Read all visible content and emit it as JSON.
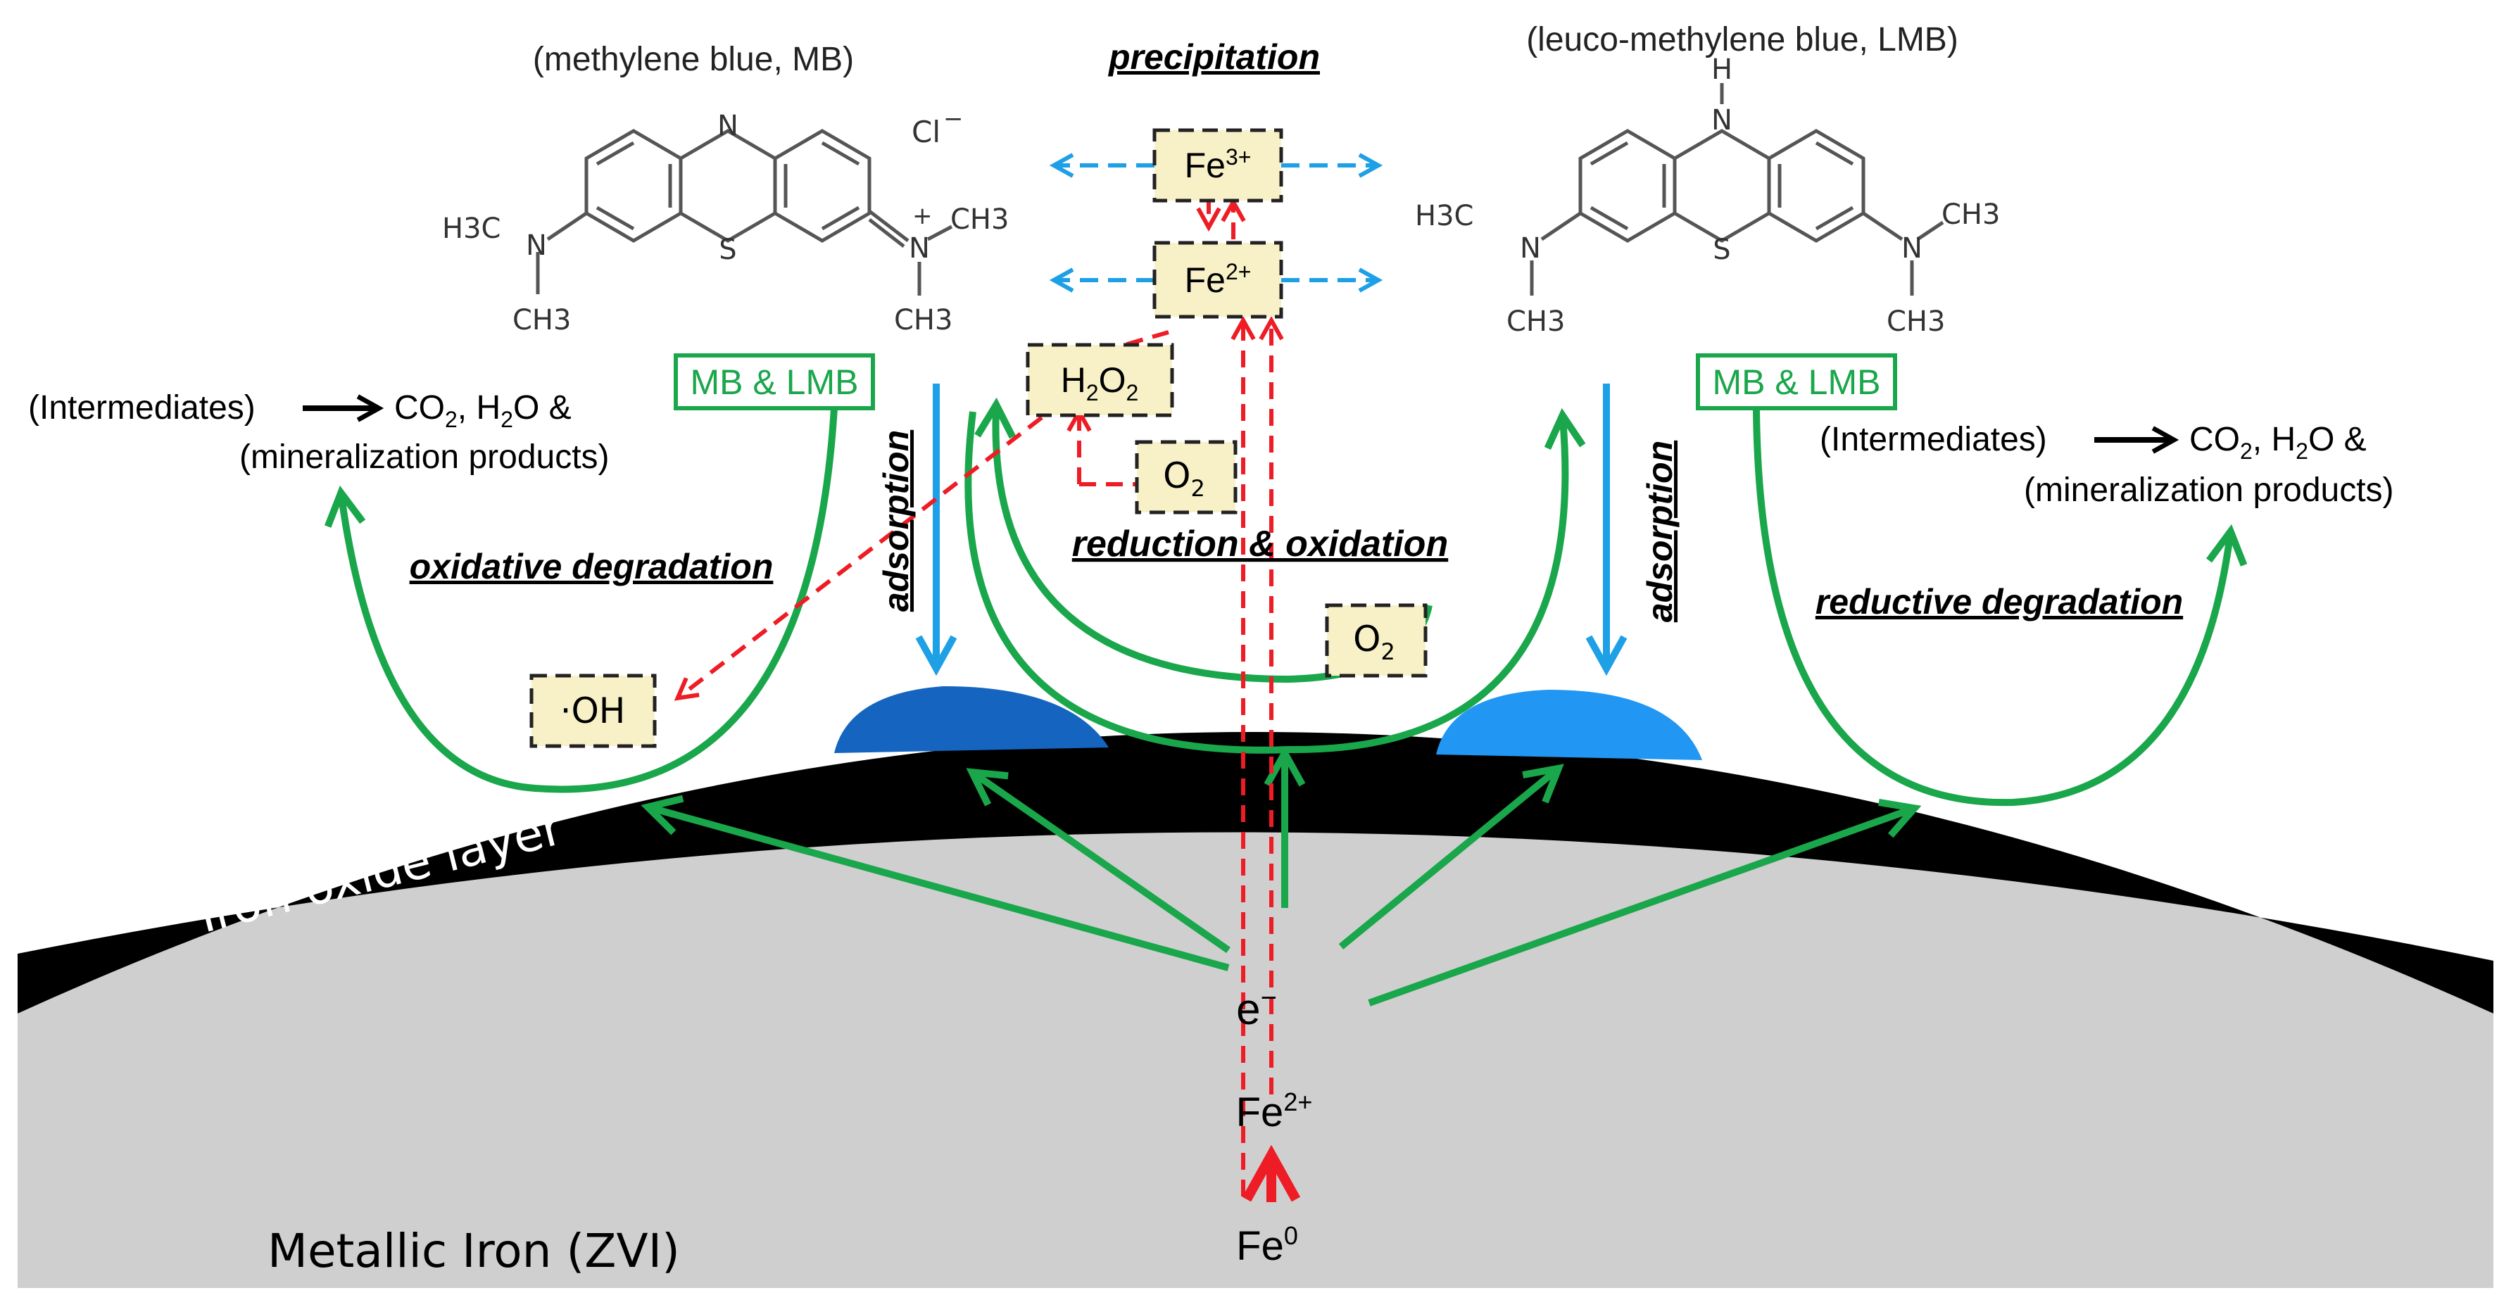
{
  "colors": {
    "green": "#1aa64b",
    "blue": "#1ea0e6",
    "red": "#ee1c25",
    "box_fill": "#f8f1c8",
    "oxide": "#000000",
    "iron": "#cfcfcf",
    "mb_blob": "#1565c0",
    "lmb_blob": "#2196f3"
  },
  "molecules": {
    "mb": {
      "caption": "(methylene blue, MB)",
      "ring_n": "N",
      "ring_s": "S",
      "n_left": "N",
      "n_right": "N",
      "plus": "+",
      "h3c": "H3C",
      "ch3": "CH3",
      "counterion": "Cl",
      "counterion_charge": "−"
    },
    "lmb": {
      "caption": "(leuco-methylene blue, LMB)",
      "ring_h": "H",
      "ring_n": "N",
      "ring_s": "S",
      "n_left": "N",
      "n_right": "N",
      "h3c": "H3C",
      "ch3": "CH3"
    }
  },
  "labels": {
    "precipitation": "precipitation",
    "reduction_oxidation": "reduction & oxidation",
    "oxidative_degradation": "oxidative degradation",
    "reductive_degradation": "reductive degradation",
    "adsorption_left": "adsorption",
    "adsorption_right": "adsorption",
    "mb_lmb_left": "MB & LMB",
    "mb_lmb_right": "MB & LMB",
    "intermediates_left": "(Intermediates)",
    "products_left_1": "CO",
    "products_left_2": ", H",
    "products_left_3": "O &",
    "mineral_left": "(mineralization products)",
    "intermediates_right": "(Intermediates)",
    "products_right_1": "CO",
    "products_right_2": ", H",
    "products_right_3": "O &",
    "mineral_right": "(mineralization products)",
    "sub_2": "2",
    "iron_oxide_layer": "Iron oxide layer",
    "metallic_iron": "Metallic Iron (ZVI)",
    "electron": "e",
    "electron_sup": "−",
    "fe2_base": "Fe",
    "fe2_sup": "2+",
    "fe0_base": "Fe",
    "fe0_sup": "0"
  },
  "boxes": {
    "fe3": {
      "base": "Fe",
      "sup": "3+"
    },
    "fe2": {
      "base": "Fe",
      "sup": "2+"
    },
    "h2o2": {
      "h": "H",
      "s1": "2",
      "o": "O",
      "s2": "2"
    },
    "o2_upper": {
      "base": "O",
      "sub": "2"
    },
    "o2_lower": {
      "base": "O",
      "sub": "2"
    },
    "oh": {
      "text": "·OH"
    }
  }
}
